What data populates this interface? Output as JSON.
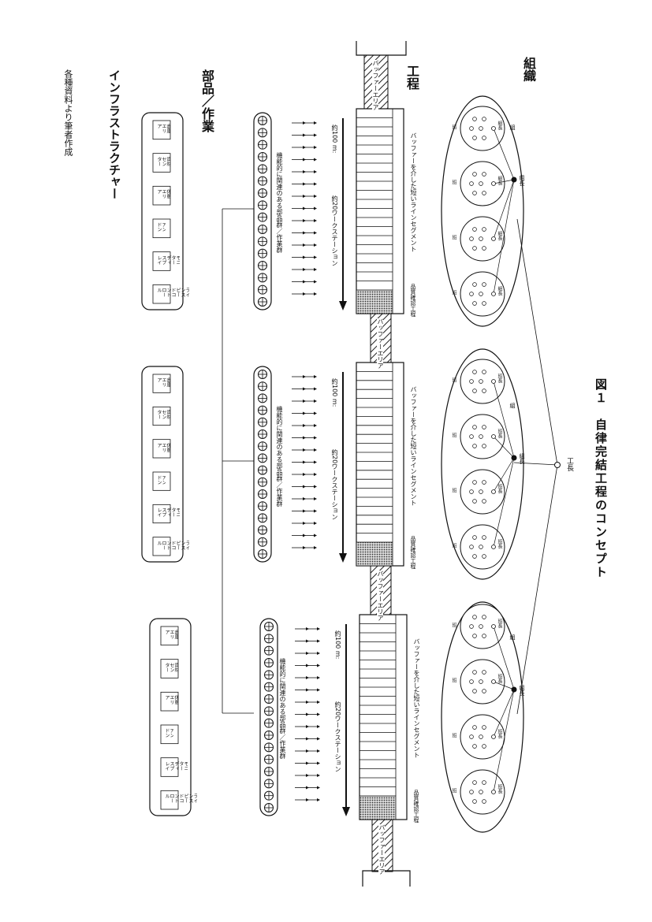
{
  "figure": {
    "title": "図１　自律完結工程のコンセプト",
    "org_label": "組織",
    "process_label": "工程",
    "parts_label": "部品／作業",
    "infra_label": "インフラストラクチャー",
    "source_label": "各種資料より筆者作成",
    "foreman_label": "工長"
  },
  "segments": [
    {
      "buffer_label": "バッファーを介した短いラインセグメント",
      "length_label": "約100 m:",
      "stations_label": "約20ワークステーション",
      "parts_label": "機能的に関連のある部品群／作業群",
      "quality_label": "品質確認工程",
      "group_labels": [
        "組",
        "組",
        "組",
        "組"
      ],
      "leader_labels": [
        "組長",
        "組長",
        "組長",
        "組長"
      ],
      "center_label": "組長",
      "team_label": "班",
      "infra_items": [
        "倉庫エリア",
        "資材センター",
        "休憩エリア",
        "アンドン",
        "モニターディスプレイ",
        "ラインスピードコントロール"
      ]
    },
    {
      "buffer_label": "バッファーを介した短いラインセグメント",
      "length_label": "約100 m:",
      "stations_label": "約20ワークステーション",
      "parts_label": "機能的に関連のある部品群／作業群",
      "quality_label": "品質確認工程",
      "group_labels": [
        "組",
        "組",
        "組",
        "組"
      ],
      "leader_labels": [
        "班長",
        "班長",
        "班長",
        "班長"
      ],
      "center_label": "組長",
      "team_label": "班",
      "infra_items": [
        "倉庫エリア",
        "資材センター",
        "休憩エリア",
        "アンドン",
        "モニターディスプレイ",
        "ラインスピードコントロール"
      ]
    },
    {
      "buffer_label": "バッファーを介した短いラインセグメント",
      "length_label": "約100 m:",
      "stations_label": "約20ワークステーション",
      "parts_label": "機能的に関連のある部品群／作業群",
      "quality_label": "品質確認工程",
      "group_labels": [
        "組",
        "組",
        "組",
        "組"
      ],
      "leader_labels": [
        "班長",
        "班長",
        "班長",
        "班長"
      ],
      "center_label": "組長",
      "team_label": "班",
      "infra_items": [
        "倉庫エリア",
        "資材センター",
        "休憩エリア",
        "アンドン",
        "モニターディスプレイ",
        "ラインスピードコントロール"
      ]
    }
  ],
  "buffer_area_label": "バッファーエリア"
}
